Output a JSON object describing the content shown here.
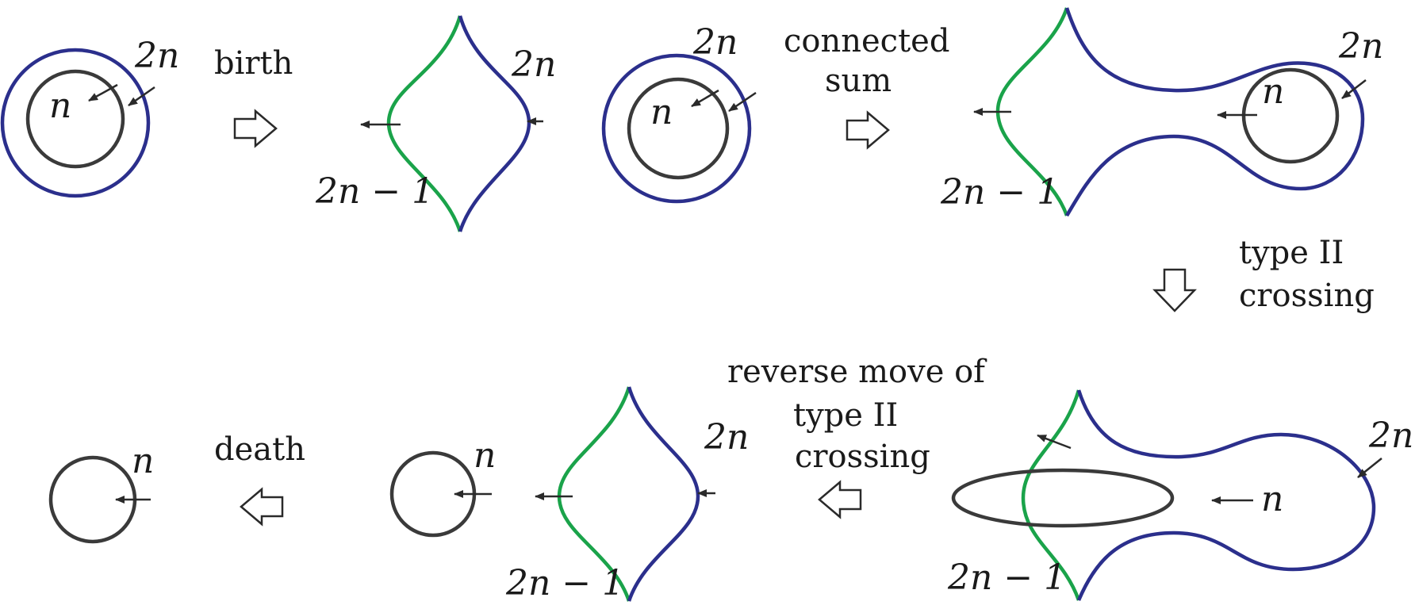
{
  "colors": {
    "curve_2n": "#2b2f8c",
    "curve_2n_minus_1": "#1aa34a",
    "curve_n": "#3a3a3a",
    "ink": "#1a1a1a"
  },
  "labels": {
    "two_n": "2n",
    "n": "n",
    "two_n_minus_one": "2n − 1"
  },
  "steps": {
    "birth": "birth",
    "connected_line1": "connected",
    "connected_line2": "sum",
    "type2_line1": "type II",
    "type2_line2": "crossing",
    "reverse_line1": "reverse move of",
    "reverse_line2": "type II",
    "reverse_line3": "crossing",
    "death": "death"
  },
  "icons": [
    "hollow-arrow-right-icon",
    "hollow-arrow-down-icon",
    "hollow-arrow-left-icon",
    "orientation-arrow-icon"
  ]
}
